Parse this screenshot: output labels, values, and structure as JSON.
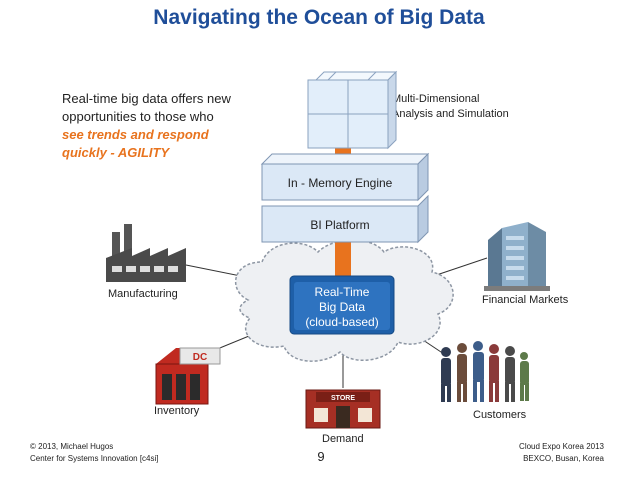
{
  "title": "Navigating the Ocean of Big Data",
  "intro": {
    "line1": "Real-time big data offers new",
    "line2": "opportunities to those who",
    "emph1": "see trends and respond",
    "emph2": "quickly - AGILITY"
  },
  "analysis": {
    "line1": "Multi-Dimensional",
    "line2": "Analysis and Simulation"
  },
  "layers": {
    "memory_engine": "In - Memory Engine",
    "bi_platform": "BI Platform"
  },
  "cloud": {
    "line1": "Real-Time",
    "line2": "Big Data",
    "line3": "(cloud-based)"
  },
  "nodes": {
    "manufacturing": "Manufacturing",
    "financial": "Financial Markets",
    "inventory": "Inventory",
    "dc_sign": "DC",
    "demand": "Demand",
    "store_sign": "STORE",
    "customers": "Customers"
  },
  "footer": {
    "left1": "© 2013,  Michael Hugos",
    "left2": "Center for Systems Innovation [c4si]",
    "right1": "Cloud Expo Korea 2013",
    "right2": "BEXCO, Busan, Korea",
    "page": "9"
  },
  "colors": {
    "title": "#1f4e99",
    "accent": "#e8731e",
    "box_fill": "#dbe8f6",
    "cube_fill": "#e2eefa",
    "pipe": "#e8731e",
    "cloud_fill": "#eef0f3",
    "cloud_top": "#1e5fa8"
  }
}
